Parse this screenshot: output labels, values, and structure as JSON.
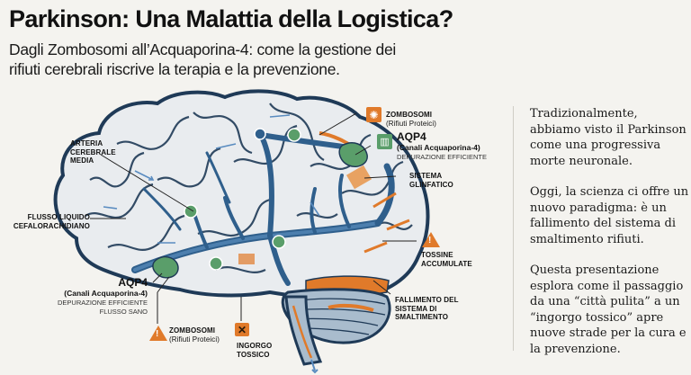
{
  "header": {
    "title": "Parkinson: Una Malattia della Logistica?",
    "subtitle_line1": "Dagli Zombosomi all’Acquaporina-4: come la gestione dei",
    "subtitle_line2": "rifiuti cerebrali riscrive la terapia e la prevenzione."
  },
  "diagram": {
    "colors": {
      "vessel": "#2f5f8c",
      "vessel_light": "#5a8cc0",
      "brain_fill": "#e9ecef",
      "brain_outline": "#1f3a57",
      "healthy_green": "#5a9e6a",
      "warning_orange": "#e07a2a",
      "cerebellum": "#9fb4c8"
    },
    "labels": {
      "zombosomi_top": {
        "title": "ZOMBOSOMI",
        "sub": "(Rifiuti Proteici)"
      },
      "aqp4_right": {
        "title": "AQP4",
        "sub": "(Canali Acquaporina-4)",
        "note": "DEPURAZIONE EFFICIENTE"
      },
      "sistema_glinfatico": {
        "line1": "SISTEMA",
        "line2": "GLINFATICO"
      },
      "tossine": {
        "line1": "TOSSINE",
        "line2": "ACCUMULATE"
      },
      "fallimento": {
        "line1": "FALLIMENTO DEL",
        "line2": "SISTEMA DI",
        "line3": "SMALTIMENTO"
      },
      "arteria": {
        "line1": "ARTERIA",
        "line2": "CEREBRALE",
        "line3": "MEDIA"
      },
      "flusso": {
        "line1": "FLUSSO LIQUIDO",
        "line2": "CEFALORACHIDIANO"
      },
      "aqp4_left": {
        "title": "AQP4",
        "sub": "(Canali Acquaporina-4)",
        "note1": "DEPURAZIONE EFFICIENTE",
        "note2": "FLUSSO SANO"
      },
      "zombosomi_bottom": {
        "title": "ZOMBOSOMI",
        "sub": "(Rifiuti Proteici)"
      },
      "ingorgo": {
        "line1": "INGORGO",
        "line2": "TOSSICO"
      }
    }
  },
  "sidebar": {
    "paragraphs": [
      "Tradizionalmente, abbiamo visto il Parkinson come una progressiva morte neuronale.",
      "Oggi, la scienza ci offre un nuovo paradigma: è un fallimento del sistema di smaltimento rifiuti.",
      "Questa presentazione esplora come il passaggio da una “città pulita” a un “ingorgo tossico” apre nuove strade per la cura e la prevenzione."
    ]
  }
}
